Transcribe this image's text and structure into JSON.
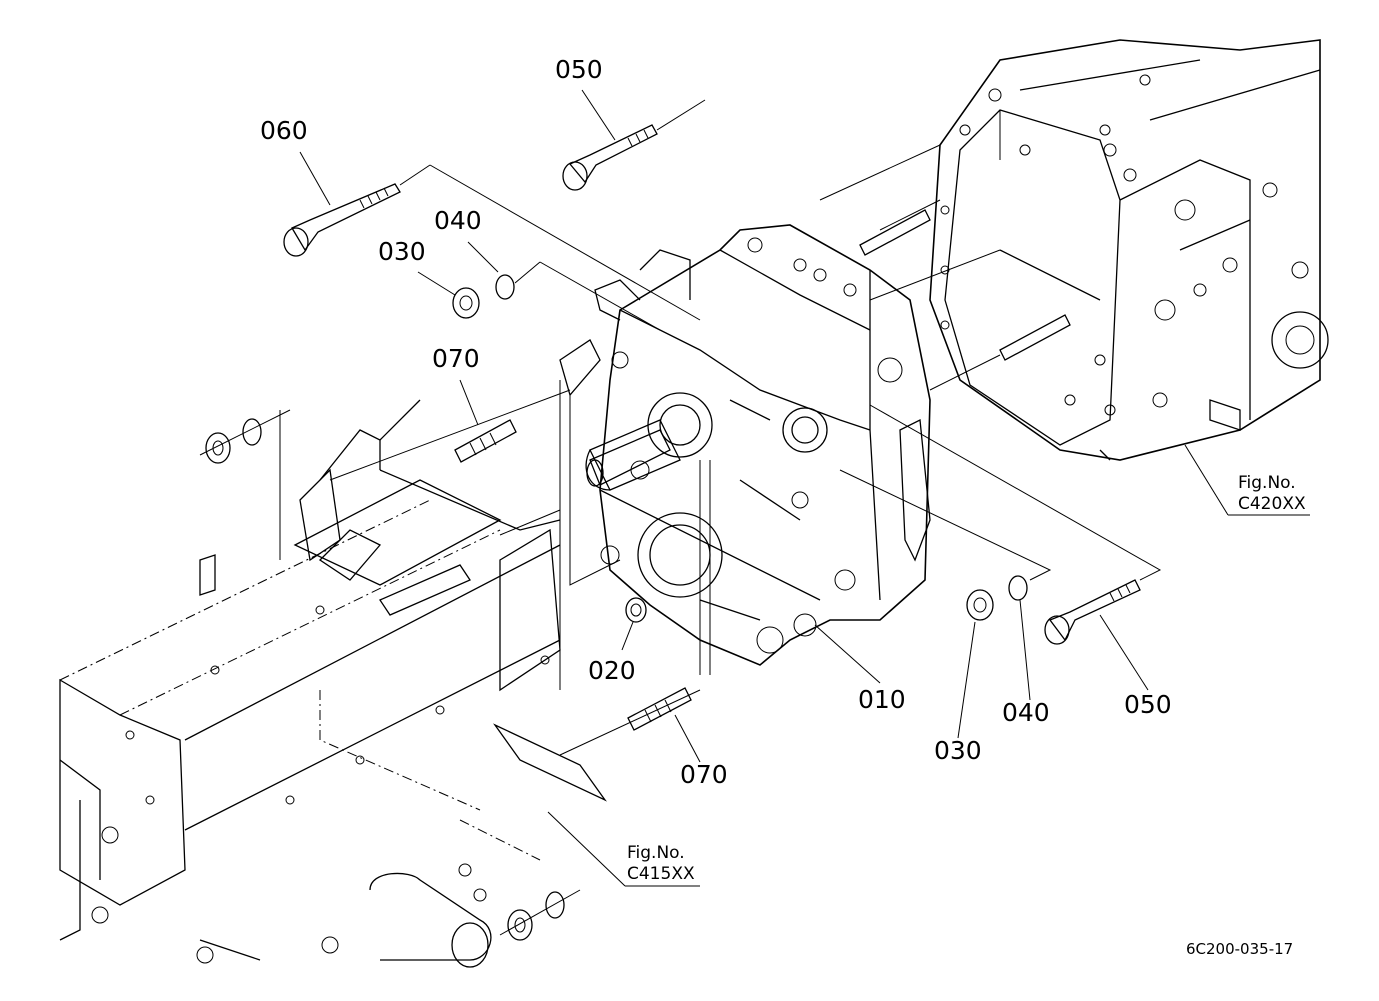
{
  "parts": [
    {
      "id": "p050a",
      "label": "050"
    },
    {
      "id": "p060",
      "label": "060"
    },
    {
      "id": "p040a",
      "label": "040"
    },
    {
      "id": "p030a",
      "label": "030"
    },
    {
      "id": "p070a",
      "label": "070"
    },
    {
      "id": "p020",
      "label": "020"
    },
    {
      "id": "p010",
      "label": "010"
    },
    {
      "id": "p070b",
      "label": "070"
    },
    {
      "id": "p030b",
      "label": "030"
    },
    {
      "id": "p040b",
      "label": "040"
    },
    {
      "id": "p050b",
      "label": "050"
    }
  ],
  "references": [
    {
      "line1": "Fig.No.",
      "line2": "C420XX"
    },
    {
      "line1": "Fig.No.",
      "line2": "C415XX"
    }
  ],
  "drawing_id": "6C200-035-17"
}
